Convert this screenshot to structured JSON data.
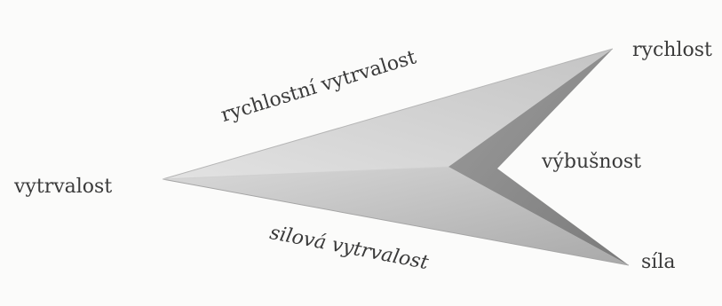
{
  "diagram": {
    "labels": {
      "vytrvalost": "vytrvalost",
      "rychlost": "rychlost",
      "vybusnost": "výbušnost",
      "sila": "síla",
      "rychlostni_vytrvalost": "rychlostní vytrvalost",
      "silova_vytrvalost": "silová vytrvalost"
    },
    "colors": {
      "face_top": "#c9c9c9",
      "face_bottom": "#bdbdbd",
      "face_right": "#8f8f8f",
      "text": "#3a3a3a"
    }
  }
}
